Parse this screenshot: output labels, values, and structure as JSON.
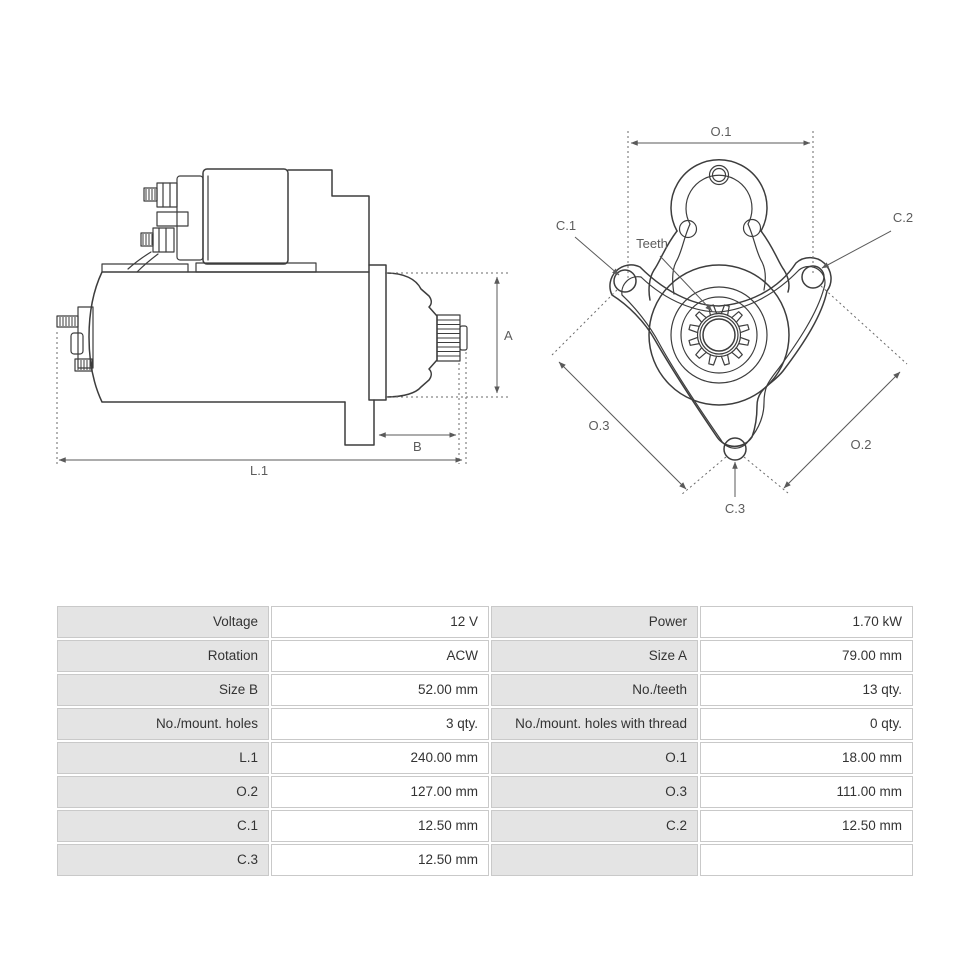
{
  "diagram": {
    "side_view_dims": {
      "a": "A",
      "b": "B",
      "l1": "L.1"
    },
    "front_view_dims": {
      "o1": "O.1",
      "o2": "O.2",
      "o3": "O.3",
      "c1": "C.1",
      "c2": "C.2",
      "c3": "C.3",
      "teeth": "Teeth"
    }
  },
  "table": {
    "rows": [
      {
        "c0": "Voltage",
        "v0": "12 V",
        "c1": "Power",
        "v1": "1.70 kW"
      },
      {
        "c0": "Rotation",
        "v0": "ACW",
        "c1": "Size A",
        "v1": "79.00 mm"
      },
      {
        "c0": "Size B",
        "v0": "52.00 mm",
        "c1": "No./teeth",
        "v1": "13 qty."
      },
      {
        "c0": "No./mount. holes",
        "v0": "3 qty.",
        "c1": "No./mount. holes with thread",
        "v1": "0 qty."
      },
      {
        "c0": "L.1",
        "v0": "240.00 mm",
        "c1": "O.1",
        "v1": "18.00 mm"
      },
      {
        "c0": "O.2",
        "v0": "127.00 mm",
        "c1": "O.3",
        "v1": "111.00 mm"
      },
      {
        "c0": "C.1",
        "v0": "12.50 mm",
        "c1": "C.2",
        "v1": "12.50 mm"
      },
      {
        "c0": "C.3",
        "v0": "12.50 mm",
        "c1": "",
        "v1": ""
      }
    ]
  },
  "colors": {
    "part_line": "#3d3d3d",
    "dimension_line": "#5a5a5a",
    "table_label_bg": "#e4e4e4",
    "table_border": "#c9c9c9",
    "text": "#333333"
  }
}
